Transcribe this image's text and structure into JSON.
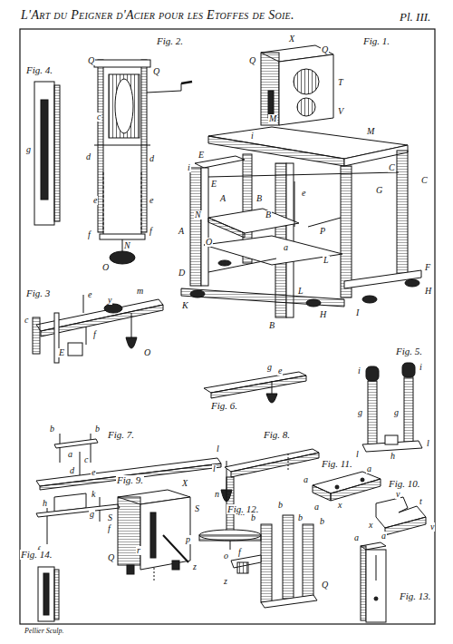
{
  "diagram": {
    "title": "L'Art du Peigner d'Acier pour les Etoffes de Soie.",
    "labels": [
      "Pl. III.",
      "Fig. 1.",
      "X",
      "Q",
      "Q",
      "T",
      "V",
      "M",
      "M",
      "i",
      "E",
      "i",
      "E",
      "C",
      "C",
      "G",
      "A",
      "A",
      "N",
      "O",
      "B",
      "B",
      "P",
      "L",
      "L",
      "a",
      "e",
      "D",
      "F",
      "H",
      "H",
      "K",
      "I",
      "B",
      "Fig. 2.",
      "Q",
      "Q",
      "c",
      "d",
      "d",
      "e",
      "e",
      "f",
      "f",
      "N",
      "O",
      "Fig. 4.",
      "g",
      "Fig. 3",
      "c",
      "e",
      "y",
      "m",
      "f",
      "E",
      "O",
      "Fig. 6.",
      "g",
      "e",
      "Fig. 5.",
      "i",
      "i",
      "g",
      "g",
      "l",
      "h",
      "l",
      "Fig. 7.",
      "b",
      "b",
      "a",
      "c",
      "d",
      "e",
      "k",
      "l",
      "m",
      "h",
      "g",
      "f",
      "f",
      "Fig. 8.",
      "l",
      "n",
      "p",
      "o",
      "Fig. 11.",
      "a",
      "a",
      "x",
      "a",
      "Fig. 10.",
      "v",
      "t",
      "v",
      "x",
      "Fig. 9.",
      "X",
      "S",
      "S",
      "Q",
      "r",
      "z",
      "Fig. 12.",
      "b",
      "b",
      "b",
      "b",
      "f",
      "z",
      "Q",
      "Fig. 14.",
      "Fig. 13.",
      "a",
      "a",
      "Pellier Sculp."
    ]
  }
}
